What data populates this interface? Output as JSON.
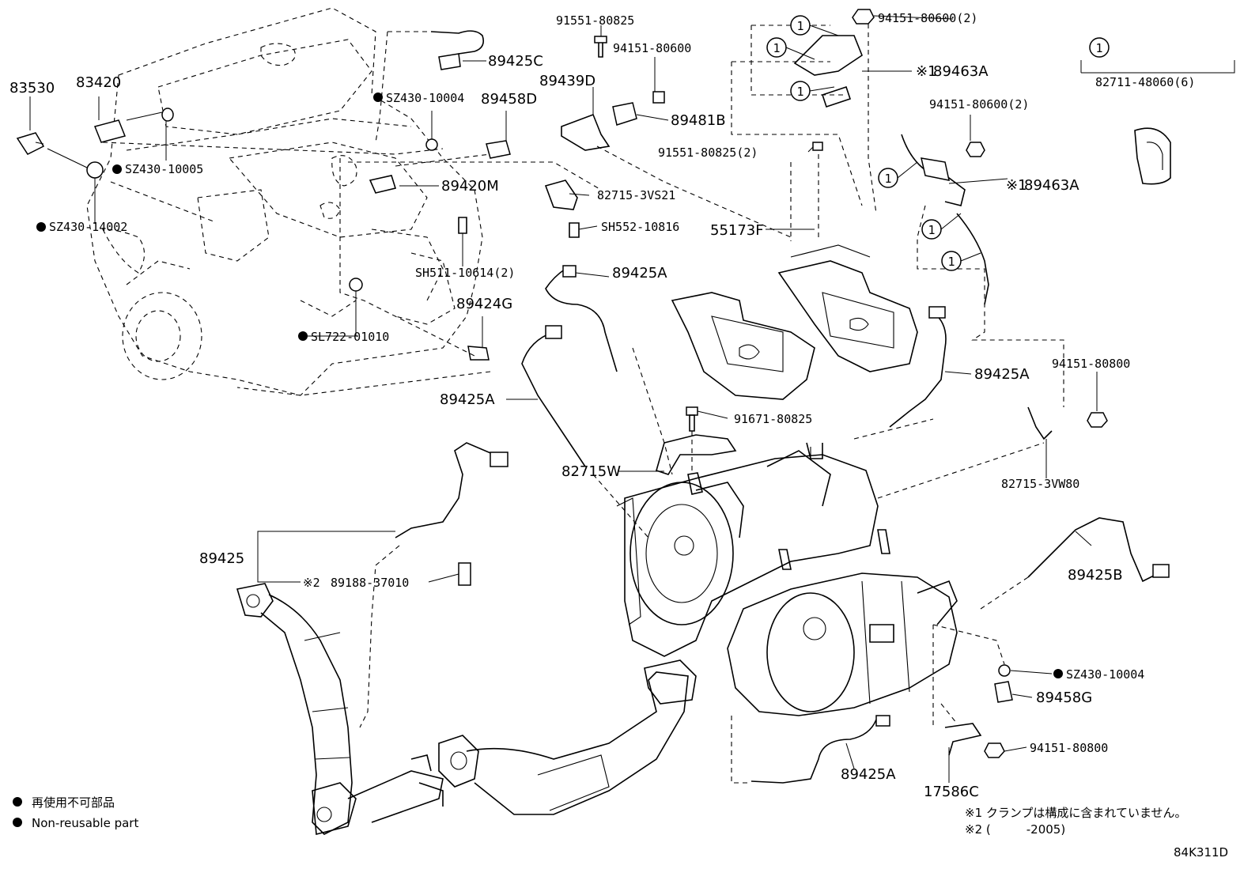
{
  "diagram_id": "84K311D",
  "part_labels": {
    "p83530": "83530",
    "p83420": "83420",
    "p89425C": "89425C",
    "pSZ430_10004_top": "SZ430-10004",
    "p89458D": "89458D",
    "pSZ430_10005": "SZ430-10005",
    "pSZ430_14002": "SZ430-14002",
    "p89420M": "89420M",
    "p91551_80825": "91551-80825",
    "p94151_80600": "94151-80600",
    "p89439D": "89439D",
    "p89481B": "89481B",
    "p82715_3VS21": "82715-3VS21",
    "pSH552_10816": "SH552-10816",
    "pSH511_10614": "SH511-10614(2)",
    "p89424G": "89424G",
    "pSL722_01010": "SL722-01010",
    "p89425A_1": "89425A",
    "p89425A_2": "89425A",
    "p89425A_3": "89425A",
    "p89425A_4": "89425A",
    "p94151_80600_2a": "94151-80600(2)",
    "p89463A_1": "89463A",
    "p94151_80600_2b": "94151-80600(2)",
    "p89463A_2": "89463A",
    "p91551_80825_2": "91551-80825(2)",
    "p55173F": "55173F",
    "p82711_48060": "82711-48060(6)",
    "p94151_80800_a": "94151-80800",
    "p91671_80825": "91671-80825",
    "p82715W": "82715W",
    "p82715_3VW80": "82715-3VW80",
    "p89425": "89425",
    "p89188_37010": "89188-37010",
    "p89425B": "89425B",
    "pSZ430_10004_bot": "SZ430-10004",
    "p89458G": "89458G",
    "p94151_80800_b": "94151-80800",
    "p17586C": "17586C"
  },
  "circle_ref": "1",
  "note_marks": {
    "mark1": "※1",
    "mark2": "※2"
  },
  "legend": {
    "jp": "再使用不可部品",
    "en": "Non-reusable part"
  },
  "footnotes": {
    "note1": "※1 クランプは構成に含まれていません。",
    "note2": "※2 (　　　-2005)"
  },
  "colors": {
    "ink": "#000000",
    "paper": "#ffffff"
  }
}
